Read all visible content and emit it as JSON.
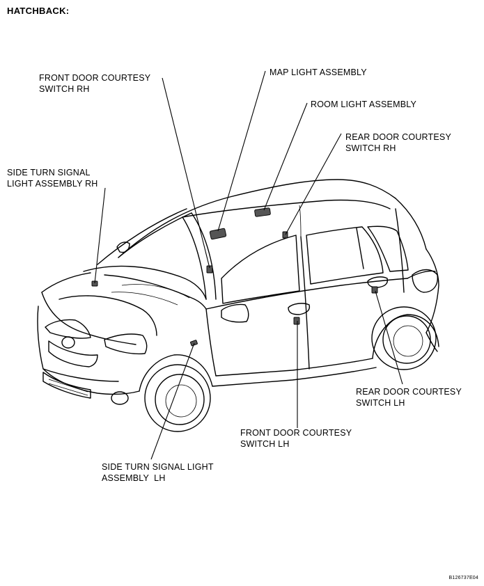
{
  "diagram": {
    "title": "HATCHBACK:",
    "figure_code": "B126737E04",
    "labels": {
      "front_door_courtesy_switch_rh": "FRONT DOOR COURTESY\nSWITCH RH",
      "map_light_assembly": "MAP LIGHT ASSEMBLY",
      "room_light_assembly": "ROOM LIGHT ASSEMBLY",
      "rear_door_courtesy_switch_rh": "REAR DOOR COURTESY\nSWITCH RH",
      "side_turn_signal_light_assembly_rh": "SIDE TURN SIGNAL\nLIGHT ASSEMBLY RH",
      "rear_door_courtesy_switch_lh": "REAR DOOR COURTESY\nSWITCH LH",
      "front_door_courtesy_switch_lh": "FRONT DOOR COURTESY\nSWITCH LH",
      "side_turn_signal_light_assembly_lh": "SIDE TURN SIGNAL LIGHT\nASSEMBLY  LH"
    }
  }
}
